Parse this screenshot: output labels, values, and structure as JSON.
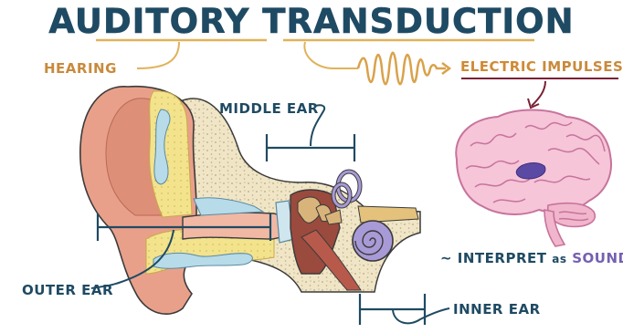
{
  "title": "AUDITORY TRANSDUCTION",
  "labels": {
    "hearing": "HEARING",
    "electric_1": "ELECTRIC",
    "electric_2": "IMPULSES",
    "middle_ear": "MIDDLE EAR",
    "outer_ear": "OUTER EAR",
    "inner_ear": "INNER EAR",
    "interpret_prefix": "~ INTERPRET",
    "interpret_as": "as",
    "interpret_sound": "SOUND"
  },
  "colors": {
    "title": "#1f4a63",
    "label": "#1f4a63",
    "hearing": "#c98a3c",
    "electric": "#d08a35",
    "impulses": "#c98a3c",
    "underline_title": "#e0b25a",
    "underline_impulses": "#7a2035",
    "wave": "#d9a24b",
    "skin": "#e9a08a",
    "skin_dark": "#c8735f",
    "cartilage": "#f3e38c",
    "cartilage_canal": "#b7dbe8",
    "bone": "#f0e6c7",
    "bone_speckle": "#b9a77a",
    "canal": "#9b4a3e",
    "ossicle": "#d9b47a",
    "cochlea": "#a89ad6",
    "brain": "#f6c5d8",
    "brain_outline": "#c7739c",
    "brain_region": "#5b4aa4"
  },
  "icons": [
    "brain-icon",
    "ear-anatomy-icon",
    "sound-wave-icon",
    "cochlea-icon"
  ]
}
